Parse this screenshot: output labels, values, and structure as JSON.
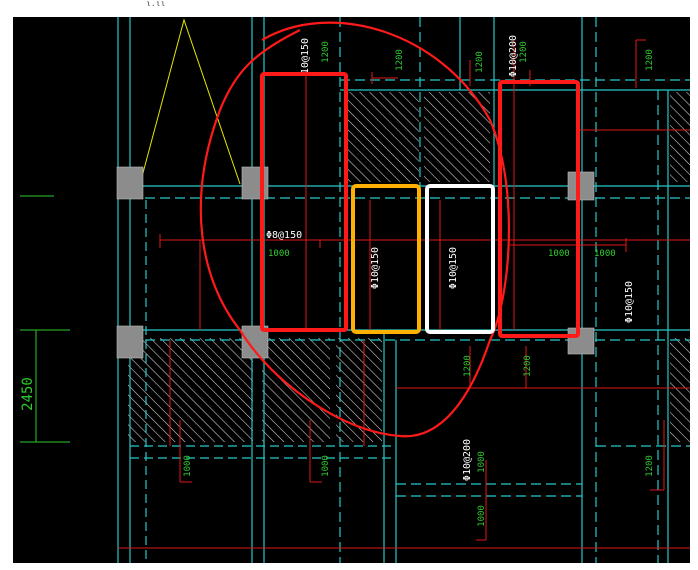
{
  "top_fragment": "ι.ιι",
  "dimension": "2450",
  "rebar_labels": {
    "top_left_vertical": "10@150",
    "left_middle": "Φ8@150",
    "orange_box": "Φ10@150",
    "white_box": "Φ10@150",
    "top_right_vertical": "Φ10@200",
    "right_vertical": "Φ10@150",
    "bottom_center_vertical": "Φ10@200"
  },
  "lengths": {
    "top_1": "1200",
    "top_2": "1200",
    "top_3": "1200",
    "top_4": "1200",
    "top_5": "1200",
    "left_middle": "1000",
    "right_middle_1": "1000",
    "right_middle_2": "1000",
    "center_below_1": "1200",
    "center_below_2": "1200",
    "bottom_left_1": "1000",
    "bottom_left_2": "1000",
    "bottom_center_1": "1000",
    "bottom_center_2": "1000",
    "right_bottom": "1200"
  },
  "colors": {
    "background": "#000000",
    "grid_cyan": "#27c8c8",
    "dim_red": "#e01818",
    "green_text": "#2ecc2e",
    "hatch": "#d8d8d8",
    "column_gray": "#8c8c8c",
    "highlight_red": "#ff1a1a",
    "highlight_orange": "#ffb000",
    "highlight_white": "#ffffff",
    "yellow_line": "#e6e600"
  }
}
